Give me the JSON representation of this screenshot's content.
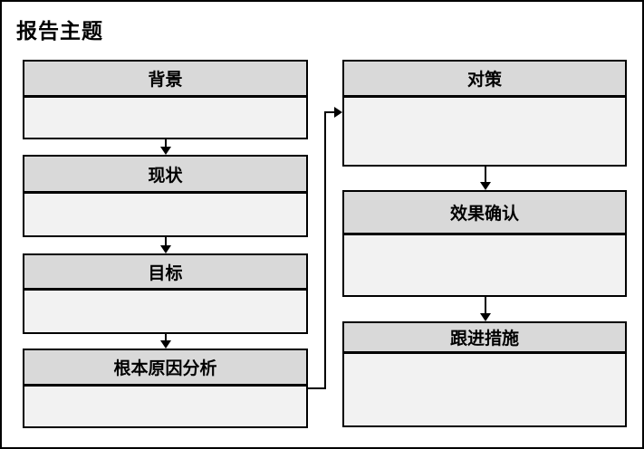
{
  "title": "报告主题",
  "colors": {
    "background": "#ffffff",
    "border": "#000000",
    "header_fill": "#d9d9d9",
    "body_fill": "#f2f2f2",
    "text": "#000000"
  },
  "flow": {
    "left_column": [
      {
        "label": "背景"
      },
      {
        "label": "现状"
      },
      {
        "label": "目标"
      },
      {
        "label": "根本原因分析"
      }
    ],
    "right_column": [
      {
        "label": "对策"
      },
      {
        "label": "效果确认"
      },
      {
        "label": "跟进措施"
      }
    ]
  }
}
